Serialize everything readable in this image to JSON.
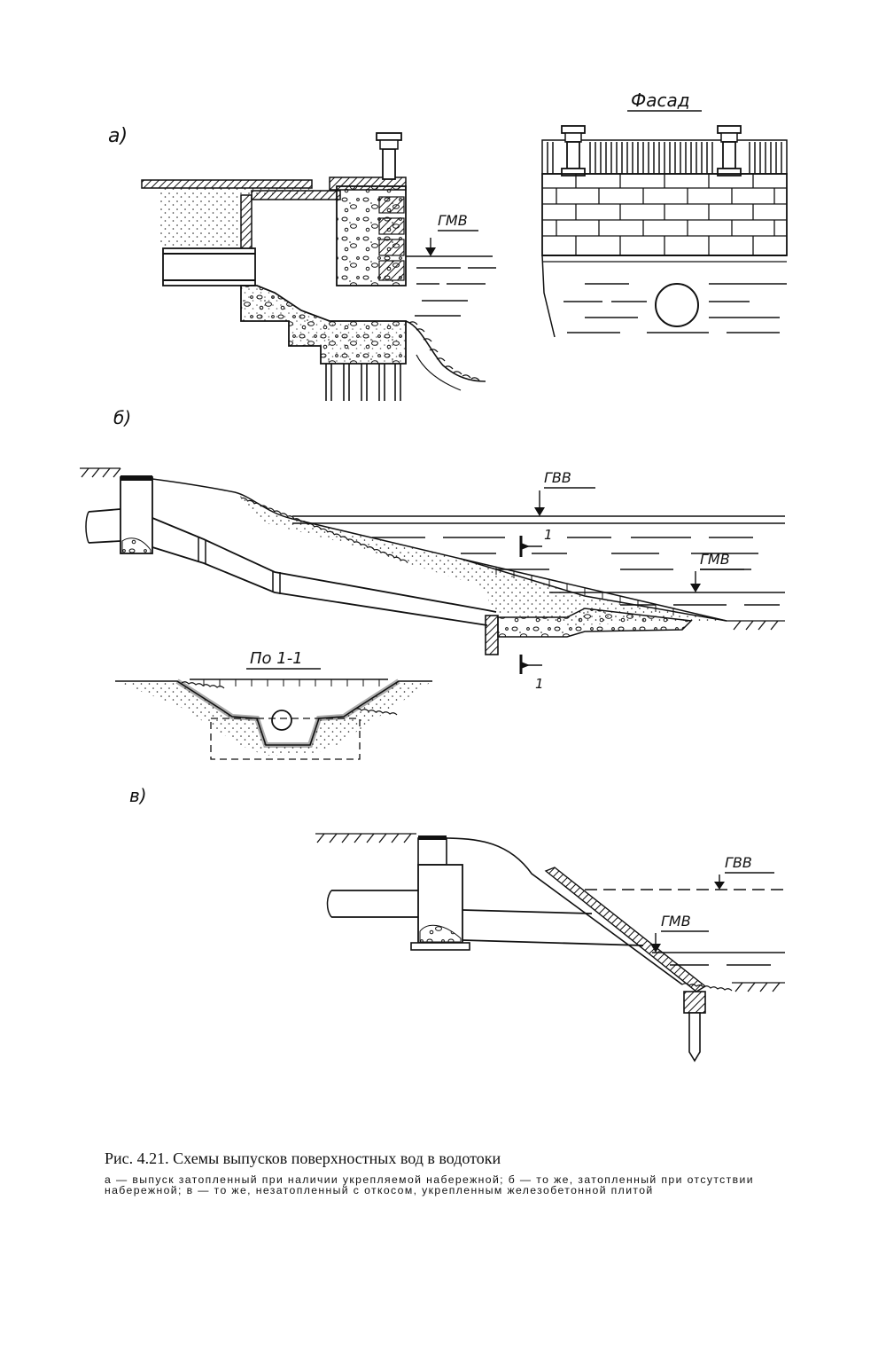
{
  "labels": {
    "a": "а)",
    "b": "б)",
    "v": "в)",
    "facade": "Фасад",
    "gmv": "ГМВ",
    "gvv": "ГВВ",
    "section": "По 1-1",
    "cut": "1"
  },
  "caption": {
    "title": "Рис. 4.21. Схемы выпусков поверхностных вод в водотоки",
    "text": "а — выпуск затопленный при наличии укрепляемой набережной; б — то же, затопленный при отсутствии набережной; в — то же, незатопленный с откосом, укрепленным железобетонной плитой"
  }
}
